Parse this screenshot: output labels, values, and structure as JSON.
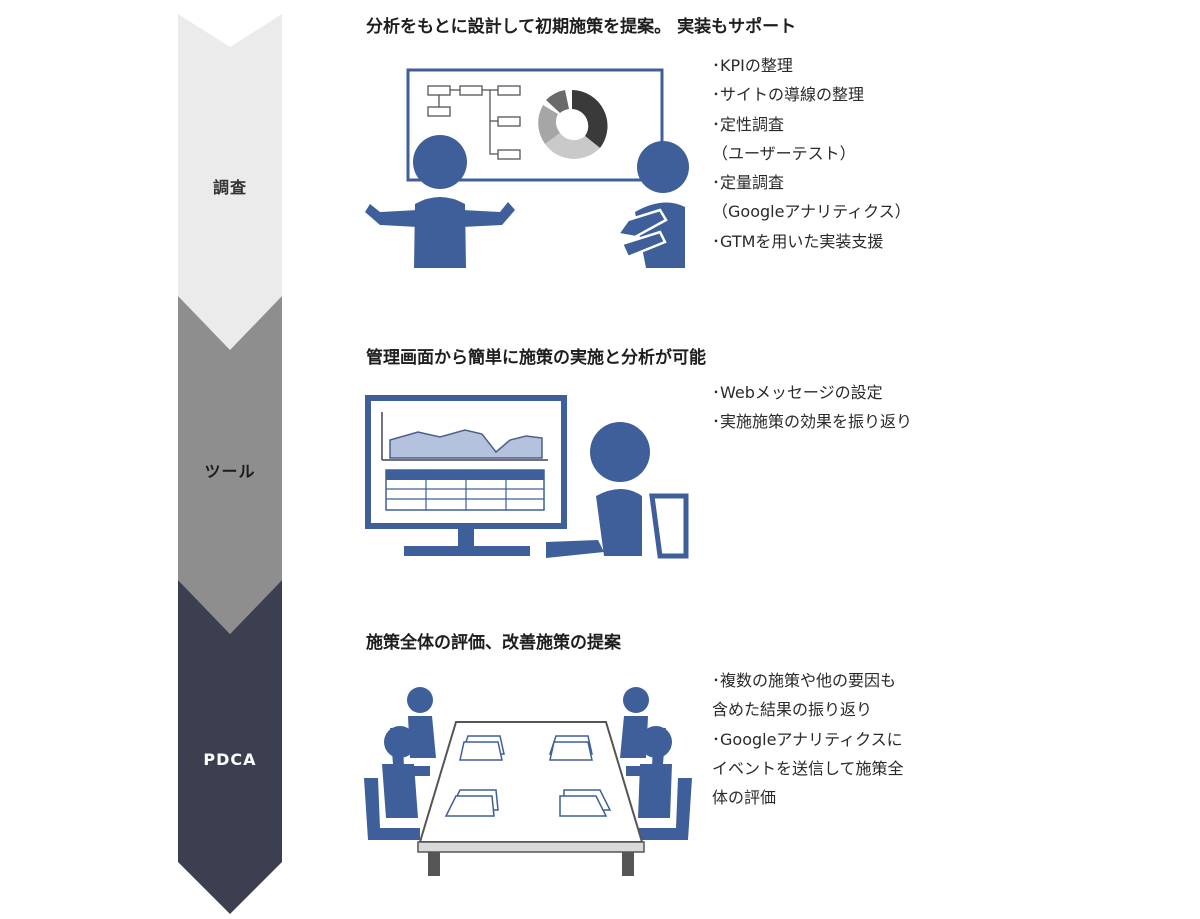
{
  "colors": {
    "accent_blue": "#3f5f9a",
    "stage1_fill": "#ebebeb",
    "stage2_fill": "#8e8e8e",
    "stage3_fill": "#3b3f4f"
  },
  "stages": [
    {
      "label": "調査",
      "title": "分析をもとに設計して初期施策を提案。 実装もサポート",
      "bullets": [
        "･KPIの整理",
        "･サイトの導線の整理",
        "･定性調査",
        "（ユーザーテスト）",
        "･定量調査",
        "（Googleアナリティクス）",
        "･GTMを用いた実装支援"
      ]
    },
    {
      "label": "ツール",
      "title": "管理画面から簡単に施策の実施と分析が可能",
      "bullets": [
        "･Webメッセージの設定",
        "･実施施策の効果を振り返り"
      ]
    },
    {
      "label": "PDCA",
      "title": "施策全体の評価、改善施策の提案",
      "bullets": [
        "･複数の施策や他の要因も",
        "含めた結果の振り返り",
        "･Googleアナリティクスに",
        "イベントを送信して施策全",
        "体の評価"
      ]
    }
  ]
}
